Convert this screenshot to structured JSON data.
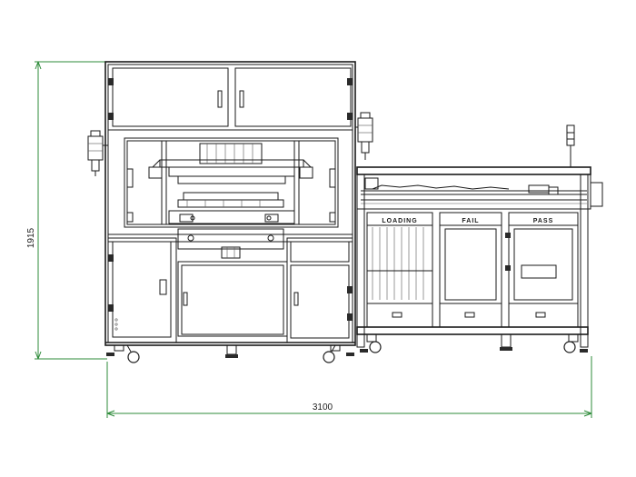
{
  "dimensions": {
    "width_label": "3100",
    "height_label": "1915",
    "line_color": "#2e8b3a"
  },
  "stations": {
    "loading": "LOADING",
    "fail": "FAIL",
    "pass": "PASS"
  }
}
